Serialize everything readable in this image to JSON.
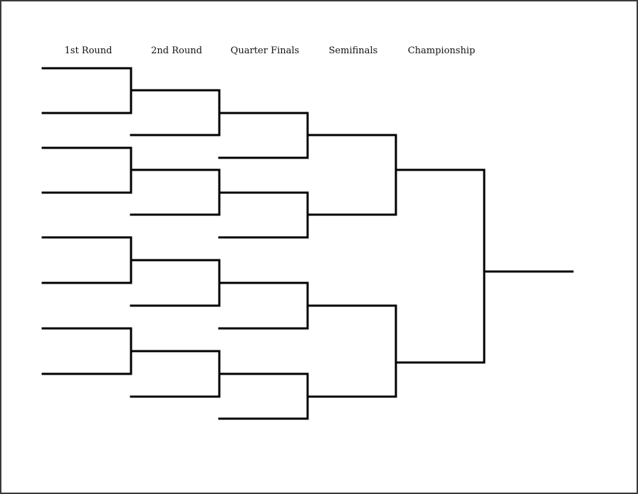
{
  "rounds": {
    "r1": "1st Round",
    "r2": "2nd Round",
    "qf": "Quarter Finals",
    "sf": "Semifinals",
    "ch": "Championship"
  }
}
